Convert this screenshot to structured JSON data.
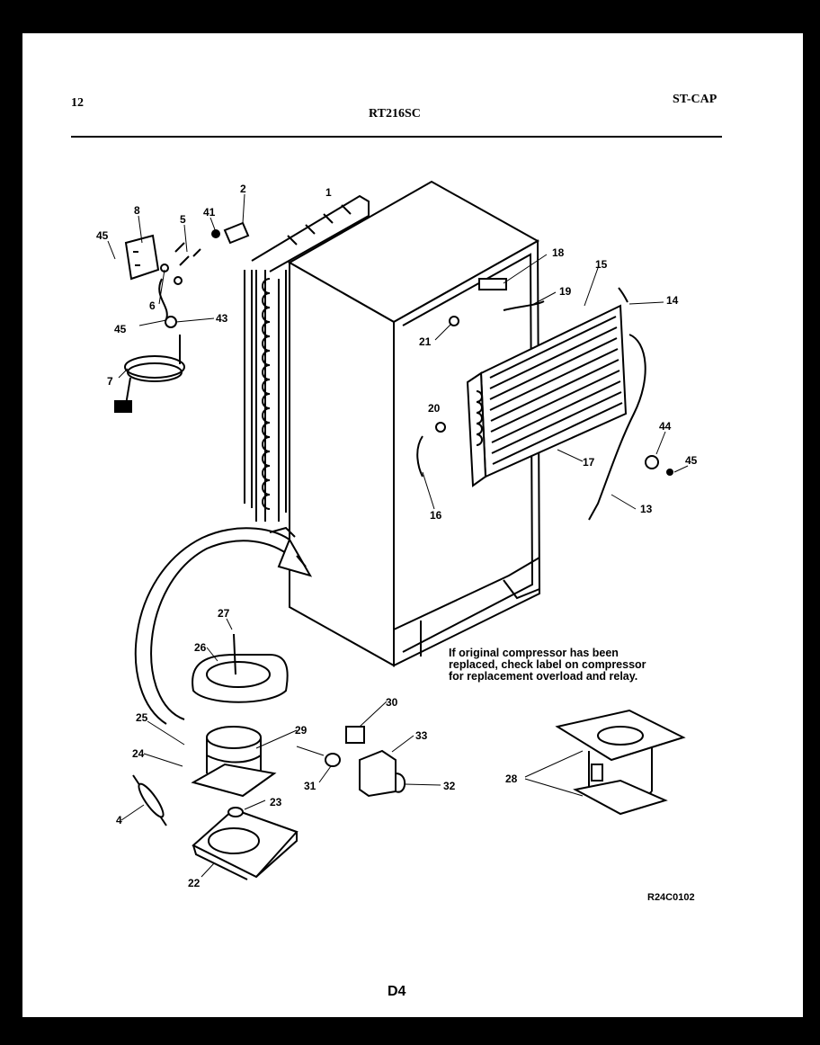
{
  "header": {
    "page_number": "12",
    "model": "RT216SC",
    "section": "ST-CAP"
  },
  "note": {
    "text": "If original compressor has been replaced, check label on compressor for replacement overload and relay."
  },
  "footer": {
    "diagram_code": "R24C0102",
    "page_code": "D4"
  },
  "callouts": [
    "1",
    "2",
    "4",
    "5",
    "6",
    "7",
    "8",
    "13",
    "14",
    "15",
    "16",
    "17",
    "18",
    "19",
    "20",
    "21",
    "22",
    "23",
    "24",
    "25",
    "26",
    "27",
    "28",
    "29",
    "30",
    "31",
    "32",
    "33",
    "41",
    "43",
    "44",
    "45",
    "45",
    "45"
  ]
}
